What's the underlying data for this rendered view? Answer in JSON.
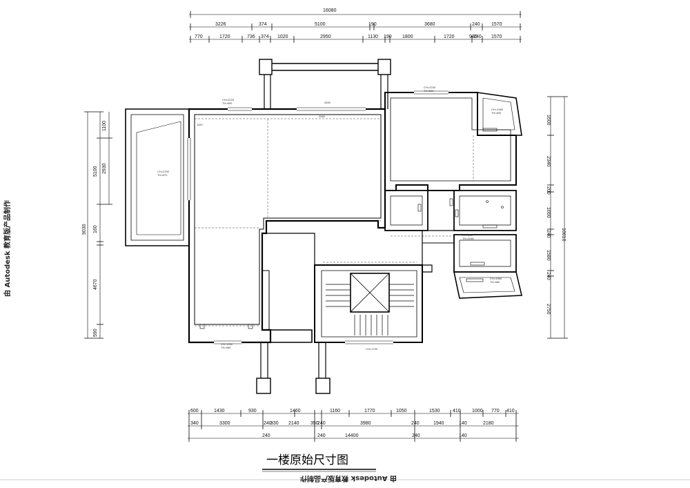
{
  "title": "一楼原始尺寸图",
  "watermark_left": "由 Autodesk 教育版产品制作",
  "watermark_bottom": "由 Autodesk 教育版产品制作",
  "top_total": "16080",
  "top_row1": [
    "3226",
    "374",
    "5100",
    "190",
    "3680",
    "240",
    "1570"
  ],
  "top_row2": [
    "770",
    "1720",
    "736",
    "374",
    "1020",
    "2950",
    "1130",
    "190",
    "1800",
    "1720",
    "980",
    "240",
    "1570"
  ],
  "bottom_row1": [
    "600",
    "1430",
    "930",
    "1460",
    "1160",
    "1770",
    "1050",
    "1530",
    "410",
    "1000",
    "770",
    "410"
  ],
  "bottom_row2": [
    "340",
    "3300",
    "240",
    "830",
    "2140",
    "350",
    "240",
    "3980",
    "240",
    "1940",
    "140",
    "2180"
  ],
  "bottom_row3": [
    "240",
    "240",
    "240",
    "140"
  ],
  "bottom_total": "14400",
  "left_outer": "9030",
  "left_inner": [
    "1100",
    "5100",
    "2930",
    "160",
    "4670",
    "590"
  ],
  "right_outer": "10610",
  "right_inner": [
    "1600",
    "2340",
    "200",
    "1660",
    "240",
    "1580",
    "240",
    "2750"
  ],
  "room_labels": [
    "CH=2220",
    "TH=600",
    "CH=2230",
    "TH=600",
    "CH=1960",
    "TH=600",
    "CH=2230",
    "TH=870",
    "CH=1930",
    "TH=980",
    "CH=1790",
    "CH=850",
    "TH=2048",
    "CH=1960",
    "TH=980",
    "1100",
    "2890",
    "2860"
  ]
}
